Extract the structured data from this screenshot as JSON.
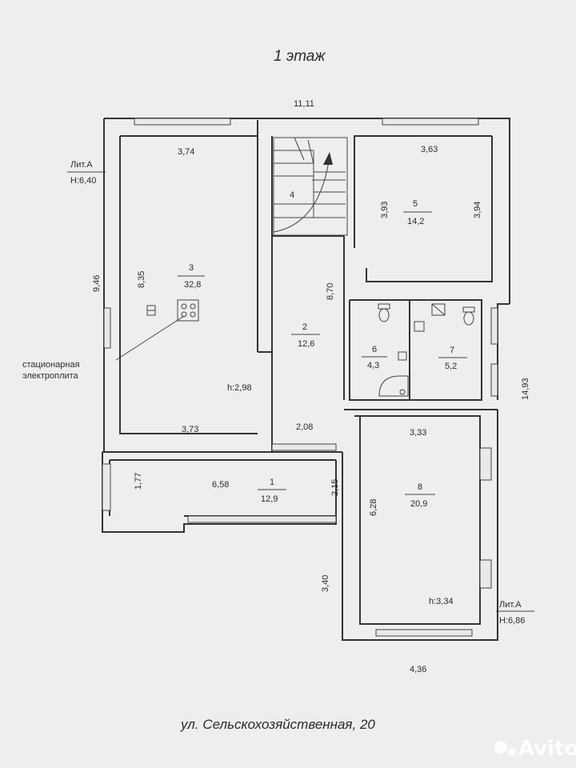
{
  "title": "1 этаж",
  "overall_width": "11,11",
  "lit_left": {
    "label": "Лит.А",
    "height": "Н:6,40"
  },
  "lit_right": {
    "label": "Лит.А",
    "height": "Н:6,86"
  },
  "outer_dims": {
    "left_height": "9,46",
    "right_height": "14,93",
    "corridor_length": "8,70",
    "lower_left": "3,40",
    "bottom_width": "4,36"
  },
  "rooms": [
    {
      "number": "3",
      "area": "32,8",
      "dims": [
        "3,74",
        "8,35",
        "3,73"
      ],
      "ceiling": "h:2,98"
    },
    {
      "number": "4",
      "area": "",
      "dims": []
    },
    {
      "number": "5",
      "area": "14,2",
      "dims": [
        "3,63",
        "3,93",
        "3,94"
      ]
    },
    {
      "number": "2",
      "area": "12,6",
      "dims": [
        "2,08"
      ]
    },
    {
      "number": "6",
      "area": "4,3",
      "dims": []
    },
    {
      "number": "7",
      "area": "5,2",
      "dims": []
    },
    {
      "number": "1",
      "area": "12,9",
      "dims": [
        "1,77",
        "6,58",
        "2,15"
      ]
    },
    {
      "number": "8",
      "area": "20,9",
      "dims": [
        "3,33",
        "6,28"
      ],
      "ceiling": "h:3,34"
    }
  ],
  "annotation": {
    "line1": "стационарная",
    "line2": "электроплита"
  },
  "street": "ул. Сельскохозяйственная, 20",
  "watermark": "Avito"
}
